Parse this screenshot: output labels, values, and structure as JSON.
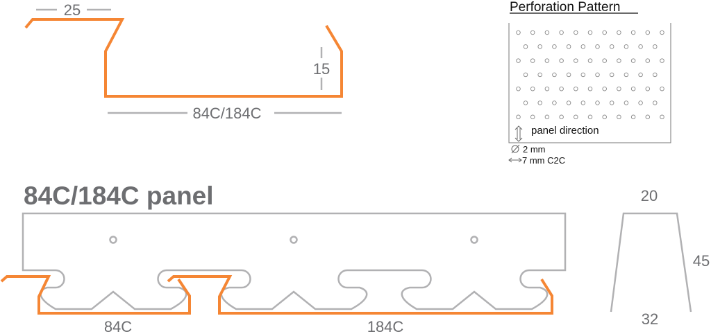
{
  "profile": {
    "dim_top": "25",
    "dim_side": "15",
    "dim_bottom": "84C/184C"
  },
  "perforation": {
    "title": "Perforation Pattern",
    "direction_label": "panel direction",
    "diameter": "2 mm",
    "spacing": "7 mm C2C"
  },
  "panel": {
    "title": "84C/184C panel",
    "label_small": "84C",
    "label_large": "184C"
  },
  "section": {
    "top": "20",
    "side": "45",
    "bottom": "32"
  },
  "colors": {
    "accent": "#f58634",
    "line": "#b1b1b3",
    "text": "#6d6e71"
  }
}
